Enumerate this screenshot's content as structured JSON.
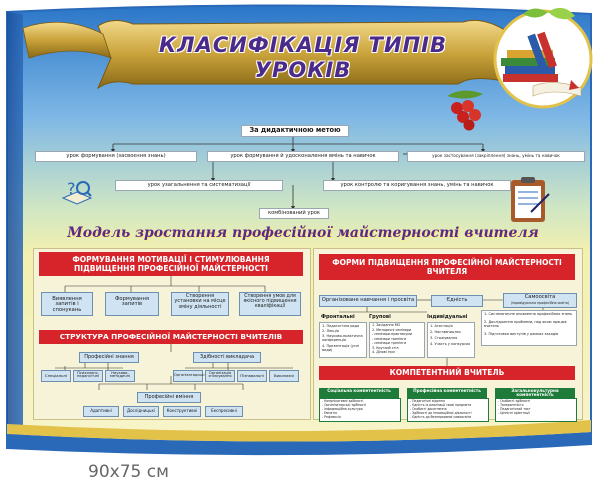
{
  "title_line1": "КЛАСИФІКАЦІЯ  ТИПІВ",
  "title_line2": "УРОКІВ",
  "top_root": "За  дидактичною  метою",
  "top_row1": [
    "урок формування (засвоєння знань)",
    "урок формування й удосконалення вмінь та навичок",
    "урок застосування (закріплення) знань, умінь та навичок"
  ],
  "top_row2": [
    "урок узагальнення та систематизації",
    "урок контролю та коригування знань, умінь та навичок"
  ],
  "top_row3": "комбінований урок",
  "subtitle": "Модель зростання професійної майстерності вчителя",
  "left_header": "ФОРМУВАННЯ МОТИВАЦІЇ І СТИМУЛЮВАННЯ ПІДВИЩЕННЯ ПРОФЕСІЙНОЇ МАЙСТЕРНОСТІ",
  "left_boxes": [
    "Виявлення запитів і спонукань",
    "Формування запитів",
    "Створення установки на місце зміну діяльності",
    "Створення умов для якісного підвищення кваліфікації"
  ],
  "structure_header": "СТРУКТУРА ПРОФЕСІЙНОЇ МАЙСТЕРНОСТІ ВЧИТЕЛІВ",
  "knowledge_label": "Професійні знання",
  "abilities_label": "Здібності викладача",
  "knowledge_items": [
    "Спеціальні",
    "Психолого-педагогічні",
    "Науково-методичні"
  ],
  "abilities_items": [
    "Організаторські",
    "Організація спілкування",
    "Пізнавальні",
    "Виконавчі"
  ],
  "skills_label": "Професійні вміння",
  "skills_items": [
    "Адаптивні",
    "Дослідницькі",
    "Конструктивні",
    "Експресивні"
  ],
  "right_header": "ФОРМИ ПІДВИЩЕННЯ ПРОФЕСІЙНОЇ МАЙСТЕРНОСТІ ВЧИТЕЛЯ",
  "right_boxes": [
    "Організоване навчання і просвіта",
    "Єдність",
    "Самоосвіта"
  ],
  "right_boxes_sub": "(індивідуальна професійна освіта)",
  "form_types": [
    "Фронтальні",
    "Групові",
    "Індивідуальні"
  ],
  "form_lists": [
    [
      "1. Педагогічна рада",
      "2. Лекція",
      "3. Науково-практична конференція",
      "4. Презентація (усні види)"
    ],
    [
      "1. Засідання МО",
      "2. Методичні семінари",
      "- семінари-практикуми",
      "- семінари тренінги",
      "- семінари тренінги",
      "3. Круглий стіл",
      "4. Ділові ігри"
    ],
    [
      "1. Атестація",
      "2. Наставництво",
      "3. Стажування",
      "4. Участь у конкурсах"
    ]
  ],
  "self_list": [
    "1. Систематичне оновлення професійних знань",
    "2. Дослідження проблеми, над якою працює вчитель",
    "3. Підготовка виступів у рамках заходів"
  ],
  "competent_header": "КОМПЕТЕНТНИЙ ВЧИТЕЛЬ",
  "competences": [
    {
      "title": "Соціальна компетентність",
      "items": [
        "- Комунікативні здібності",
        "- Організаторські здібності",
        "- Інформаційна культура",
        "- Емпатія",
        "- Рефлексія"
      ]
    },
    {
      "title": "Професійна компетентність",
      "items": [
        "- Педагогічні відання",
        "- Єдність їх реалізації своєї предмета",
        "- Особисті досягнення",
        "- Здібності до інноваційної діяльності",
        "- Єдність до безперервної самоосвіти"
      ]
    },
    {
      "title": "Загальнокультурна компетентність",
      "items": [
        "- Особисті здібності",
        "- Толерантність",
        "- Педагогічний такт",
        "- Ціннісні орієнтації"
      ]
    }
  ],
  "size_caption": "90x75 см",
  "colors": {
    "blue": "#2a69b8",
    "gold": "#c9a23a",
    "red": "#d7242a",
    "green": "#1e7b3a",
    "light_blue": "#cfe3f2",
    "title_fill": "#4a2a8a"
  }
}
